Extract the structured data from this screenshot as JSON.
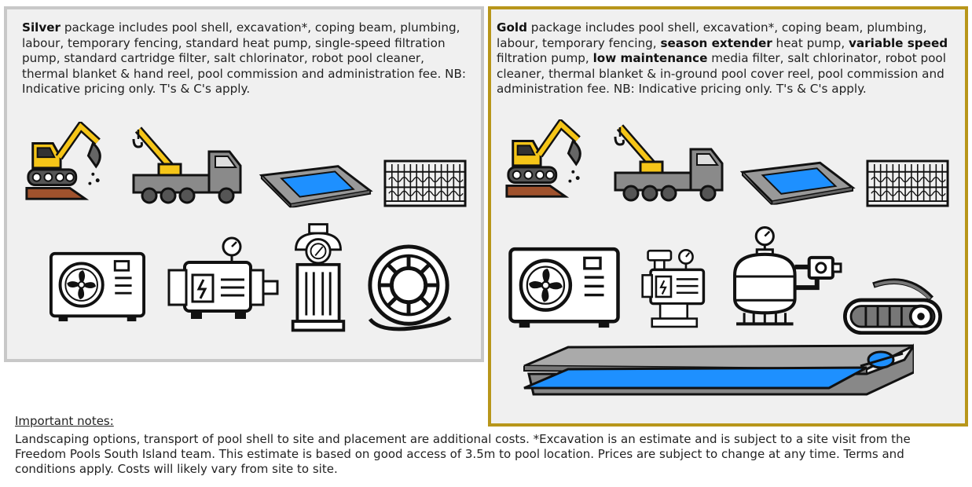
{
  "silver": {
    "name": "Silver",
    "description": " package includes pool shell, excavation*, coping beam, plumbing, labour, temporary fencing, standard heat pump, single-speed filtration pump, standard cartridge filter, salt chlorinator, robot pool cleaner, thermal blanket & hand reel, pool commission and administration fee. NB: Indicative pricing only. T's & C's apply.",
    "icons": [
      "excavator-icon",
      "crane-truck-icon",
      "pool-shell-icon",
      "temporary-fence-icon",
      "heat-pump-icon",
      "filtration-pump-icon",
      "cartridge-filter-icon",
      "hand-reel-icon"
    ]
  },
  "gold": {
    "name": "Gold",
    "desc_1": " package includes pool shell, excavation*, coping beam, plumbing, labour, temporary fencing, ",
    "bold_1": "season extender",
    "desc_2": " heat pump, ",
    "bold_2": "variable speed",
    "desc_3": " filtration pump, ",
    "bold_3": "low maintenance",
    "desc_4": " media filter, salt chlorinator, robot pool cleaner, thermal blanket & in-ground pool cover reel, pool commission and administration fee. NB: Indicative pricing only. T's & C's apply.",
    "icons": [
      "excavator-icon",
      "crane-truck-icon",
      "pool-shell-icon",
      "temporary-fence-icon",
      "heat-pump-icon",
      "variable-speed-pump-icon",
      "media-filter-icon",
      "robot-pool-cleaner-icon",
      "pool-cover-reel-icon"
    ]
  },
  "notes": {
    "title": "Important notes:",
    "body": "Landscaping options, transport of pool shell to site and placement are additional costs. *Excavation is an estimate and is subject to a site visit from the Freedom Pools South Island team. This estimate is based on good access of 3.5m to pool location. Prices are subject to change at any time. Terms and conditions apply. Costs will likely vary from site to site."
  },
  "colors": {
    "silver_border": "#c8c8c8",
    "gold_border": "#b8961a",
    "panel_bg": "#f0f0f0",
    "machine_yellow": "#f5c518",
    "machine_grey": "#8a8a8a",
    "pool_blue": "#1e90ff",
    "soil_brown": "#a0522d"
  }
}
